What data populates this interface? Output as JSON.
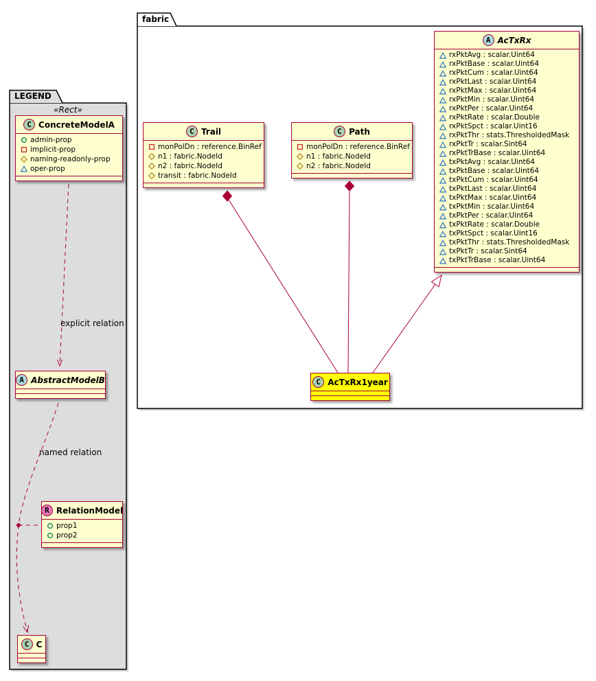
{
  "diagram": {
    "type": "uml-class-diagram",
    "packages": [
      {
        "id": "fabric",
        "label": "fabric"
      },
      {
        "id": "legend",
        "label": "LEGEND",
        "stereotype": "«Rect»"
      }
    ],
    "colors": {
      "class_background": "#FEFECE",
      "class_border": "#A80036",
      "highlight_background": "#FFFF00",
      "legend_background": "#DDDDDD",
      "edge": "#A80036",
      "spot_class": "#ADD1B2",
      "spot_abstract": "#A9DCDF",
      "spot_relation": "#E57AB9"
    },
    "member_icon_colors": {
      "circle": "#038048",
      "square": "#C82930",
      "diamond": "#B38D22",
      "triangle": "#3C7FC0"
    },
    "classes": [
      {
        "id": "ConcreteModelA",
        "name": "ConcreteModelA",
        "spot": "C",
        "spot_color": "#ADD1B2",
        "italic": false,
        "highlight": false,
        "package": "legend",
        "attributes": [
          {
            "icon": "circle",
            "text": "admin-prop"
          },
          {
            "icon": "square",
            "text": "implicit-prop"
          },
          {
            "icon": "diamond",
            "text": "naming-readonly-prop"
          },
          {
            "icon": "triangle",
            "text": "oper-prop"
          }
        ]
      },
      {
        "id": "AbstractModelB",
        "name": "AbstractModelB",
        "spot": "A",
        "spot_color": "#A9DCDF",
        "italic": true,
        "highlight": false,
        "package": "legend",
        "attributes": []
      },
      {
        "id": "RelationModel",
        "name": "RelationModel",
        "spot": "R",
        "spot_color": "#E57AB9",
        "italic": false,
        "highlight": false,
        "package": "legend",
        "attributes": [
          {
            "icon": "circle",
            "text": "prop1"
          },
          {
            "icon": "circle",
            "text": "prop2"
          }
        ]
      },
      {
        "id": "C",
        "name": "C",
        "spot": "C",
        "spot_color": "#ADD1B2",
        "italic": false,
        "highlight": false,
        "package": "legend",
        "attributes": []
      },
      {
        "id": "Trail",
        "name": "Trail",
        "spot": "C",
        "spot_color": "#ADD1B2",
        "italic": false,
        "highlight": false,
        "package": "fabric",
        "attributes": [
          {
            "icon": "square",
            "text": "monPolDn : reference.BinRef"
          },
          {
            "icon": "diamond",
            "text": "n1 : fabric.NodeId"
          },
          {
            "icon": "diamond",
            "text": "n2 : fabric.NodeId"
          },
          {
            "icon": "diamond",
            "text": "transit : fabric.NodeId"
          }
        ]
      },
      {
        "id": "Path",
        "name": "Path",
        "spot": "C",
        "spot_color": "#ADD1B2",
        "italic": false,
        "highlight": false,
        "package": "fabric",
        "attributes": [
          {
            "icon": "square",
            "text": "monPolDn : reference.BinRef"
          },
          {
            "icon": "diamond",
            "text": "n1 : fabric.NodeId"
          },
          {
            "icon": "diamond",
            "text": "n2 : fabric.NodeId"
          }
        ]
      },
      {
        "id": "AcTxRx",
        "name": "AcTxRx",
        "spot": "A",
        "spot_color": "#A9DCDF",
        "italic": true,
        "highlight": false,
        "package": "fabric",
        "attributes": [
          {
            "icon": "triangle",
            "text": "rxPktAvg : scalar.Uint64"
          },
          {
            "icon": "triangle",
            "text": "rxPktBase : scalar.Uint64"
          },
          {
            "icon": "triangle",
            "text": "rxPktCum : scalar.Uint64"
          },
          {
            "icon": "triangle",
            "text": "rxPktLast : scalar.Uint64"
          },
          {
            "icon": "triangle",
            "text": "rxPktMax : scalar.Uint64"
          },
          {
            "icon": "triangle",
            "text": "rxPktMin : scalar.Uint64"
          },
          {
            "icon": "triangle",
            "text": "rxPktPer : scalar.Uint64"
          },
          {
            "icon": "triangle",
            "text": "rxPktRate : scalar.Double"
          },
          {
            "icon": "triangle",
            "text": "rxPktSpct : scalar.Uint16"
          },
          {
            "icon": "triangle",
            "text": "rxPktThr : stats.ThresholdedMask"
          },
          {
            "icon": "triangle",
            "text": "rxPktTr : scalar.Sint64"
          },
          {
            "icon": "triangle",
            "text": "rxPktTrBase : scalar.Uint64"
          },
          {
            "icon": "triangle",
            "text": "txPktAvg : scalar.Uint64"
          },
          {
            "icon": "triangle",
            "text": "txPktBase : scalar.Uint64"
          },
          {
            "icon": "triangle",
            "text": "txPktCum : scalar.Uint64"
          },
          {
            "icon": "triangle",
            "text": "txPktLast : scalar.Uint64"
          },
          {
            "icon": "triangle",
            "text": "txPktMax : scalar.Uint64"
          },
          {
            "icon": "triangle",
            "text": "txPktMin : scalar.Uint64"
          },
          {
            "icon": "triangle",
            "text": "txPktPer : scalar.Uint64"
          },
          {
            "icon": "triangle",
            "text": "txPktRate : scalar.Double"
          },
          {
            "icon": "triangle",
            "text": "txPktSpct : scalar.Uint16"
          },
          {
            "icon": "triangle",
            "text": "txPktThr : stats.ThresholdedMask"
          },
          {
            "icon": "triangle",
            "text": "txPktTr : scalar.Sint64"
          },
          {
            "icon": "triangle",
            "text": "txPktTrBase : scalar.Uint64"
          }
        ]
      },
      {
        "id": "AcTxRx1year",
        "name": "AcTxRx1year",
        "spot": "C",
        "spot_color": "#ADD1B2",
        "italic": false,
        "highlight": true,
        "package": "fabric",
        "attributes": []
      }
    ],
    "edges": [
      {
        "from": "ConcreteModelA",
        "to": "AbstractModelB",
        "type": "dashed-arrow",
        "label": "explicit relation"
      },
      {
        "from": "AbstractModelB",
        "to": "C",
        "type": "dashed-arrow",
        "label": "named relation"
      },
      {
        "from": "RelationModel",
        "to": "named-relation-link",
        "type": "dashed-anchor",
        "label": ""
      },
      {
        "from": "Trail",
        "to": "AcTxRx1year",
        "type": "composition",
        "label": ""
      },
      {
        "from": "Path",
        "to": "AcTxRx1year",
        "type": "composition",
        "label": ""
      },
      {
        "from": "AcTxRx1year",
        "to": "AcTxRx",
        "type": "generalization",
        "label": ""
      }
    ]
  }
}
